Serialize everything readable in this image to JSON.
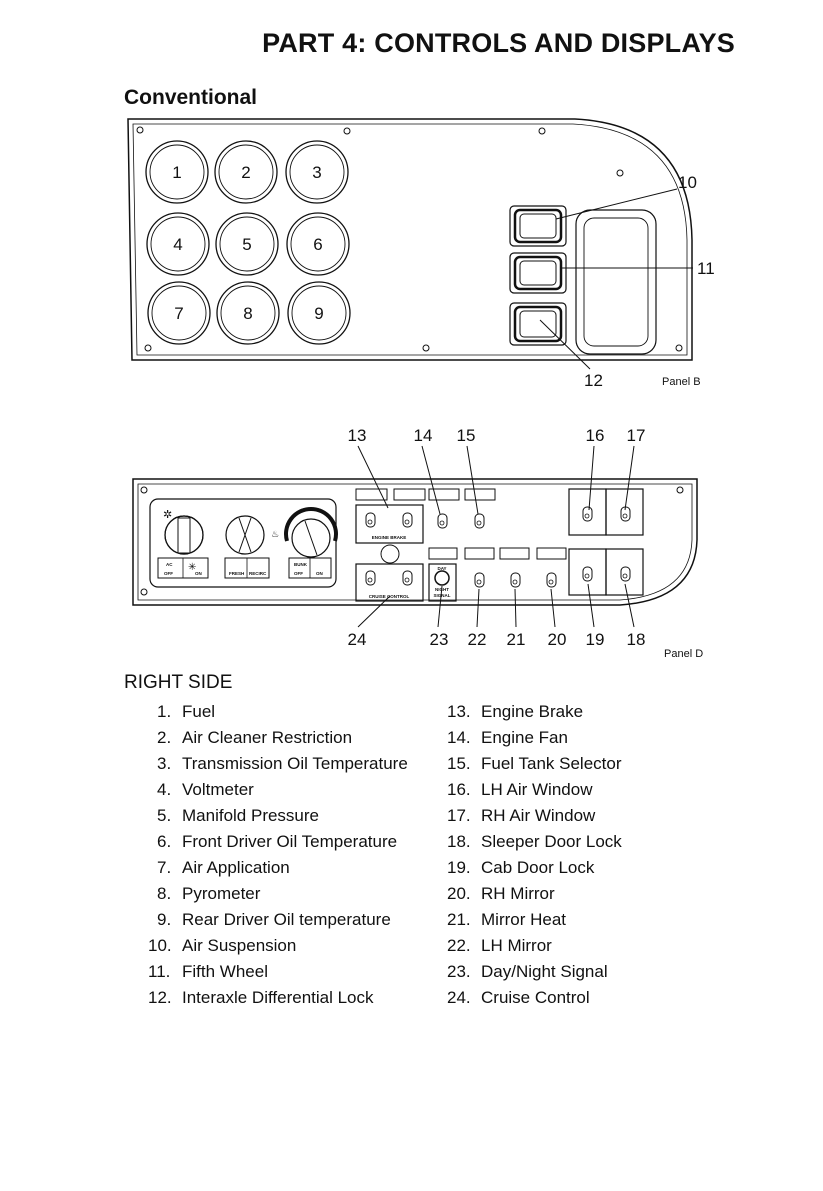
{
  "title": "PART 4:  CONTROLS AND DISPLAYS",
  "subtitle": "Conventional",
  "panel_b": {
    "caption": "Panel B",
    "gauges": [
      "1",
      "2",
      "3",
      "4",
      "5",
      "6",
      "7",
      "8",
      "9"
    ],
    "callouts": [
      "10",
      "11",
      "12"
    ]
  },
  "panel_d": {
    "caption": "Panel D",
    "callouts_top": [
      "13",
      "14",
      "15",
      "16",
      "17"
    ],
    "callouts_bottom": [
      "24",
      "23",
      "22",
      "21",
      "20",
      "19",
      "18"
    ],
    "hvac_labels": {
      "ac": "AC",
      "off": "OFF",
      "on": "ON",
      "fresh": "FRESH",
      "recirc": "RECIRC",
      "bunk": "BUNK",
      "off2": "OFF",
      "on2": "ON"
    },
    "switch_labels": {
      "engine_brake": "ENGINE BRAKE",
      "cruise_control": "CRUISE CONTROL",
      "day": "DAY",
      "night": "NIGHT",
      "signal": "SIGNAL"
    }
  },
  "right_side": {
    "heading": "RIGHT SIDE",
    "left_column": [
      {
        "num": "1.",
        "label": "Fuel"
      },
      {
        "num": "2.",
        "label": "Air Cleaner Restriction"
      },
      {
        "num": "3.",
        "label": "Transmission Oil Temperature"
      },
      {
        "num": "4.",
        "label": "Voltmeter"
      },
      {
        "num": "5.",
        "label": "Manifold Pressure"
      },
      {
        "num": "6.",
        "label": "Front Driver Oil Temperature"
      },
      {
        "num": "7.",
        "label": "Air Application"
      },
      {
        "num": "8.",
        "label": "Pyrometer"
      },
      {
        "num": "9.",
        "label": "Rear Driver Oil temperature"
      },
      {
        "num": "10.",
        "label": "Air Suspension"
      },
      {
        "num": "11.",
        "label": "Fifth Wheel"
      },
      {
        "num": "12.",
        "label": "Interaxle Differential Lock"
      }
    ],
    "right_column": [
      {
        "num": "13.",
        "label": "Engine Brake"
      },
      {
        "num": "14.",
        "label": "Engine Fan"
      },
      {
        "num": "15.",
        "label": "Fuel Tank Selector"
      },
      {
        "num": "16.",
        "label": "LH Air Window"
      },
      {
        "num": "17.",
        "label": "RH Air Window"
      },
      {
        "num": "18.",
        "label": "Sleeper Door Lock"
      },
      {
        "num": "19.",
        "label": "Cab Door Lock"
      },
      {
        "num": "20.",
        "label": "RH Mirror"
      },
      {
        "num": "21.",
        "label": "Mirror Heat"
      },
      {
        "num": "22.",
        "label": "LH Mirror"
      },
      {
        "num": "23.",
        "label": "Day/Night Signal"
      },
      {
        "num": "24.",
        "label": "Cruise Control"
      }
    ]
  }
}
